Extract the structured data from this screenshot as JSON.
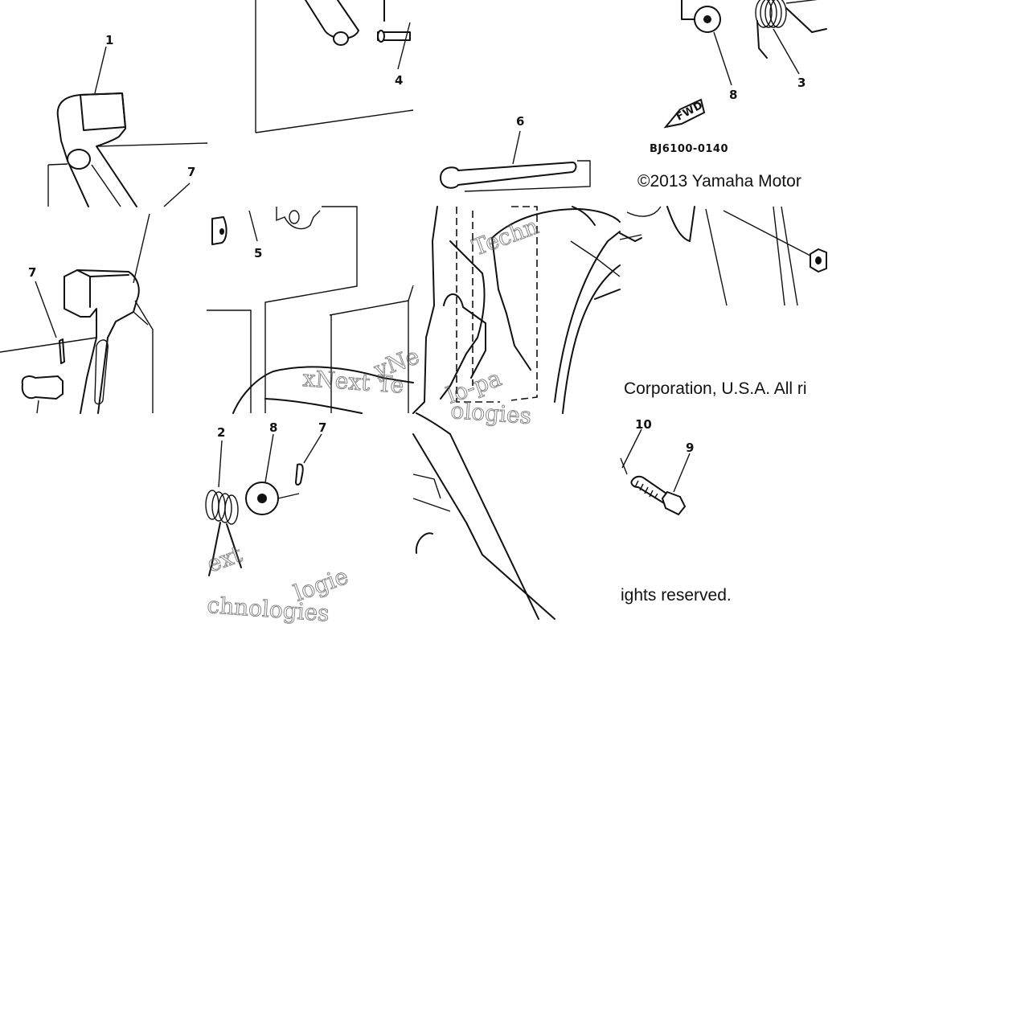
{
  "diagram": {
    "part_numbers": [
      "1",
      "4",
      "8",
      "3",
      "6",
      "7",
      "5",
      "2",
      "8",
      "7",
      "10",
      "9",
      "7"
    ],
    "diagram_code": "BJ6100-0140",
    "fwd_label": "FWD",
    "copyright": {
      "line1": "©2013 Yamaha Motor",
      "line2": "Corporation, U.S.A. All ri",
      "line3": "ights reserved."
    },
    "watermark": {
      "fragments": [
        "Techn",
        "yNe",
        "xNext Te",
        "ologies",
        "lo-pa",
        "ext",
        "chnologies",
        "logie"
      ]
    }
  }
}
